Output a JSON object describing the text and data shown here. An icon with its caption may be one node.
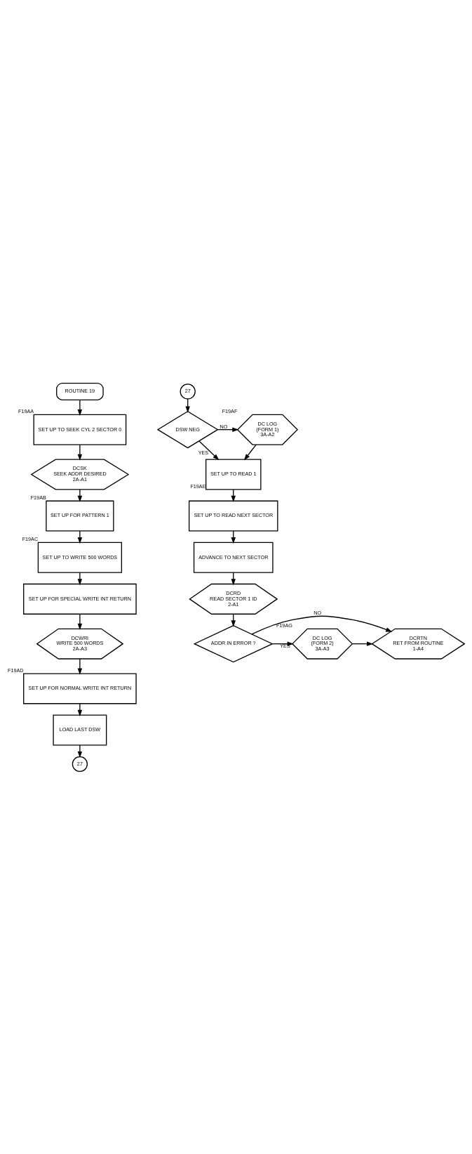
{
  "diagram": {
    "nodes": [
      {
        "text": [
          "ROUTINE 19"
        ]
      },
      {
        "text": [
          "SET UP TO SEEK CYL 2 SECTOR 0"
        ],
        "beside": [
          "F19AA"
        ]
      },
      {
        "text": [
          "DCSK",
          "SEEK ADDR DESIRED",
          "2A-A1"
        ]
      },
      {
        "text": [
          "SET UP FOR PATTERN 1"
        ],
        "beside": [
          "F19AB"
        ]
      },
      {
        "text": [
          "SET UP TO WRITE 500 WORDS"
        ],
        "beside": [
          "F19AC"
        ]
      },
      {
        "text": [
          "SET UP FOR SPECIAL WRITE INT RETURN"
        ]
      },
      {
        "text": [
          "DCWRI",
          "WRITE 500 WORDS",
          "2A-A3"
        ]
      },
      {
        "text": [
          "SET UP FOR NORMAL WRITE INT RETURN"
        ],
        "beside": [
          "F19AD"
        ]
      },
      {
        "text": [
          "LOAD LAST DSW"
        ]
      },
      {
        "text": [
          "27"
        ]
      },
      {
        "text": [
          "27"
        ]
      },
      {
        "text": [
          "DSW NEG"
        ]
      },
      {
        "text": [
          "DC LOG",
          "(FORM 1)",
          "3A-A2"
        ],
        "beside": [
          "F19AF"
        ]
      },
      {
        "text": [
          "SET UP TO READ 1"
        ],
        "beside": [
          "F19AE"
        ]
      },
      {
        "text": [
          "SET UP TO READ NEXT SECTOR"
        ]
      },
      {
        "text": [
          "ADVANCE TO NEXT SECTOR"
        ]
      },
      {
        "text": [
          "DCRD",
          "READ SECTOR 1 ID",
          "2-A1"
        ]
      },
      {
        "text": [
          "ADDR IN ERROR ?"
        ]
      },
      {
        "text": [
          "DC LOG",
          "(FORM 2)",
          "3A-A3"
        ],
        "beside": [
          "F19AG"
        ]
      },
      {
        "text": [
          "DCRTN",
          "RET FROM ROUTINE",
          "1-A4"
        ]
      }
    ],
    "edges": [
      {
        "from": 0,
        "to": 1,
        "arrow": "to"
      },
      {
        "from": 1,
        "to": 2,
        "arrow": "to"
      },
      {
        "from": 2,
        "to": 3,
        "arrow": "to"
      },
      {
        "from": 3,
        "to": 4,
        "arrow": "to"
      },
      {
        "from": 4,
        "to": 5,
        "arrow": "to"
      },
      {
        "from": 5,
        "to": 6,
        "arrow": "to"
      },
      {
        "from": 6,
        "to": 7,
        "arrow": "to"
      },
      {
        "from": 7,
        "to": 8,
        "arrow": "to"
      },
      {
        "from": 8,
        "to": 9,
        "arrow": "to"
      },
      {
        "from": 10,
        "to": 11,
        "arrow": "to"
      },
      {
        "from": 11,
        "to": 12,
        "arrow": "to",
        "label": "NO"
      },
      {
        "from": 11,
        "to": 13,
        "arrow": "to",
        "label": "YES"
      },
      {
        "from": 12,
        "to": 13,
        "arrow": "to"
      },
      {
        "from": 13,
        "to": 14,
        "arrow": "to"
      },
      {
        "from": 14,
        "to": 15,
        "arrow": "to"
      },
      {
        "from": 15,
        "to": 16,
        "arrow": "to"
      },
      {
        "from": 16,
        "to": 17,
        "arrow": "to"
      },
      {
        "from": 17,
        "to": 18,
        "arrow": "to",
        "label": "YES"
      },
      {
        "from": 17,
        "to": 19,
        "arrow": "to",
        "label": "NO"
      },
      {
        "from": 18,
        "to": 19,
        "arrow": "to"
      }
    ]
  }
}
